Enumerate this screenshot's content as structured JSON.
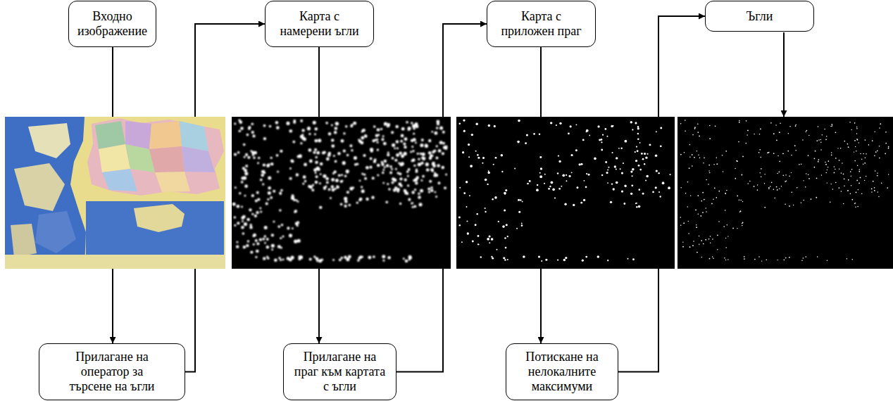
{
  "diagram": {
    "nodes": [
      {
        "text": [
          "Входно изображение"
        ]
      },
      {
        "text": [
          "Прилагане на оператор за търсене на ъгли"
        ]
      },
      {
        "text": [
          "Карта с намерени ъгли"
        ]
      },
      {
        "text": [
          "Прилагане на праг към картата с ъгли"
        ]
      },
      {
        "text": [
          "Карта с приложен праг"
        ]
      },
      {
        "text": [
          "Потискане на нелокалните максимуми"
        ]
      },
      {
        "text": [
          "Ъгли"
        ]
      }
    ],
    "edges": [
      {
        "from": 0,
        "to": 1,
        "arrow": "to"
      },
      {
        "from": 1,
        "to": 2,
        "arrow": "to"
      },
      {
        "from": 2,
        "to": 3,
        "arrow": "to"
      },
      {
        "from": 3,
        "to": 4,
        "arrow": "to"
      },
      {
        "from": 4,
        "to": 5,
        "arrow": "to"
      },
      {
        "from": 5,
        "to": 6,
        "arrow": "to"
      }
    ]
  }
}
